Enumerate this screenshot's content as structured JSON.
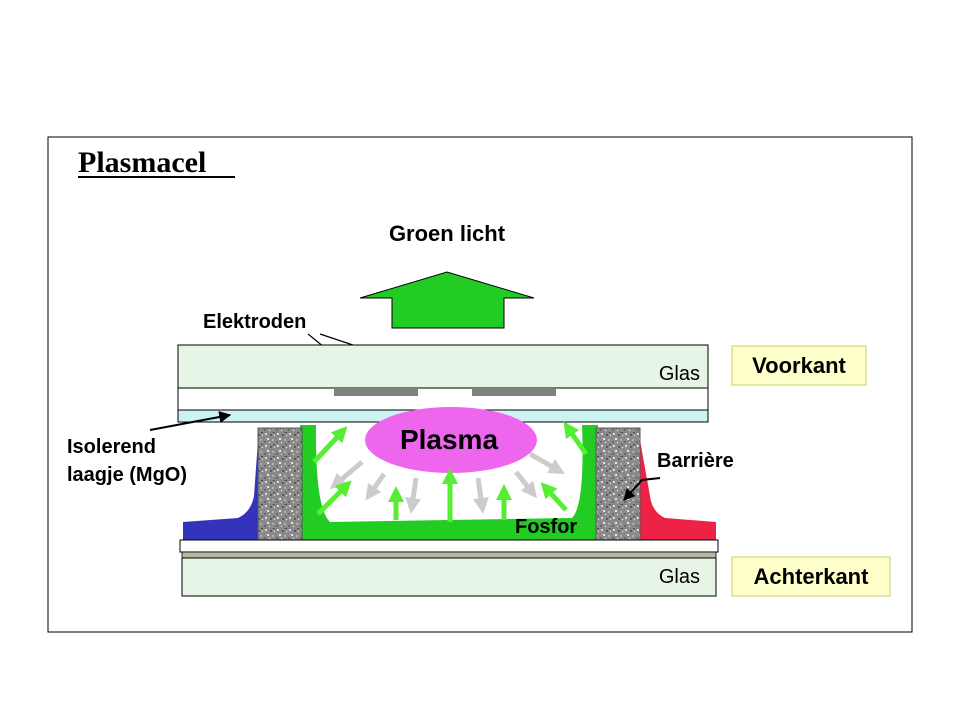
{
  "title": "Plasmacel",
  "labels": {
    "green_light": "Groen licht",
    "electrodes": "Elektroden",
    "glass_top": "Glas",
    "front": "Voorkant",
    "insulating_line1": "Isolerend",
    "insulating_line2": "laagje (MgO)",
    "plasma": "Plasma",
    "barrier": "Barrière",
    "phosphor": "Fosfor",
    "glass_bottom": "Glas",
    "back": "Achterkant"
  },
  "colors": {
    "glass": "#e6f5e6",
    "mgo_layer": "#ccf2f2",
    "green_phosphor": "#22cc22",
    "blue_phosphor": "#3333bb",
    "red_phosphor": "#ee2244",
    "plasma": "#ee66ee",
    "barrier": "#999999",
    "electrode": "#808080",
    "arrow_green": "#22cc22",
    "uv_arrow_green": "#66ff44",
    "scatter_arrow": "#cccccc",
    "callout_fill": "#ffffcc"
  }
}
